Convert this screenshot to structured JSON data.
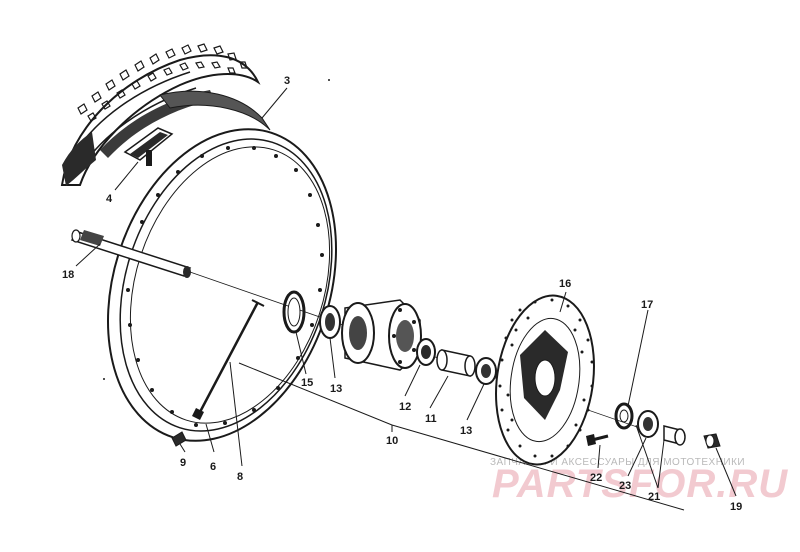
{
  "callouts": {
    "c3": "3",
    "c4": "4",
    "c18": "18",
    "c16": "16",
    "c17": "17",
    "c15": "15",
    "c13a": "13",
    "c12": "12",
    "c11": "11",
    "c13b": "13",
    "c10": "10",
    "c9": "9",
    "c6": "6",
    "c8": "8",
    "c22": "22",
    "c23": "23",
    "c21": "21",
    "c19": "19"
  },
  "watermark": {
    "tagline": "ЗАПЧАСТИ И АКСЕССУАРЫ ДЛЯ МОТОТЕХНИКИ",
    "brand": "PARTSFOR.RU",
    "brand_color": "#e8a0aa"
  }
}
